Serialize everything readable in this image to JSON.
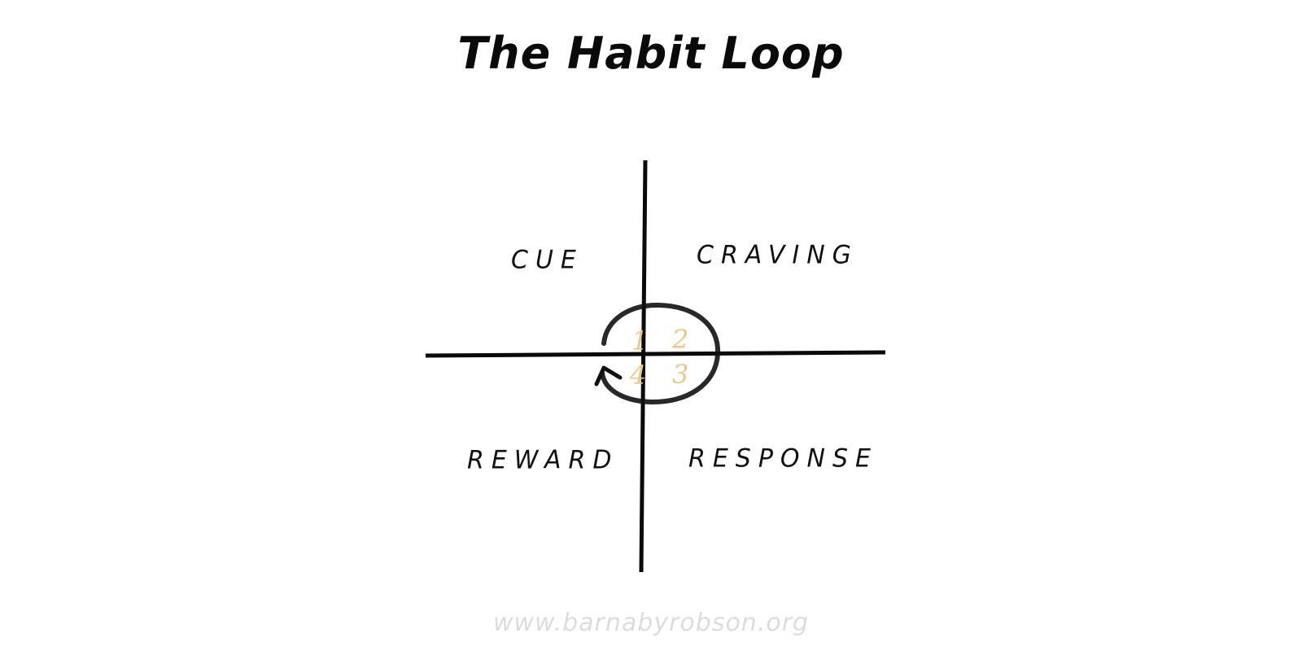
{
  "title": "The Habit Loop",
  "quadrants": {
    "top_left": "CUE",
    "top_right": "CRAVING",
    "bottom_right": "RESPONSE",
    "bottom_left": "REWARD"
  },
  "steps": [
    "1",
    "2",
    "3",
    "4"
  ],
  "colors": {
    "lines": "#0a0a0a",
    "step_numbers": "#e8c98a",
    "footer": "#dcdcdc"
  },
  "footer": "www.barnabyrobson.org"
}
